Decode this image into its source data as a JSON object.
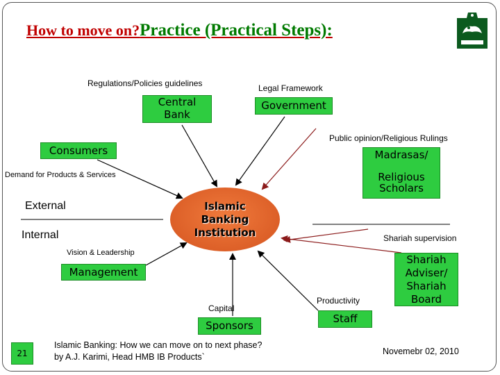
{
  "title": {
    "part1": "How to move on?",
    "part2": "Practice (Practical Steps):"
  },
  "labels": {
    "regulations": "Regulations/Policies guidelines",
    "legal": "Legal Framework",
    "public_opinion": "Public opinion/Religious Rulings",
    "demand": "Demand for Products & Services",
    "shariah_supervision": "Shariah supervision",
    "vision": "Vision & Leadership",
    "capital": "Capital",
    "productivity": "Productivity",
    "external": "External",
    "internal": "Internal"
  },
  "boxes": {
    "central_bank": "Central\nBank",
    "government": "Government",
    "consumers": "Consumers",
    "madrasas": "Madrasas/\n\nReligious\nScholars",
    "management": "Management",
    "sponsors": "Sponsors",
    "staff": "Staff",
    "shariah_adviser": "Shariah\nAdviser/\nShariah\nBoard"
  },
  "center": "Islamic\nBanking\nInstitution",
  "footer": {
    "page_number": "21",
    "caption_line1": "Islamic Banking: How we can move on to next phase?",
    "caption_line2": "by A.J. Karimi, Head HMB IB Products`",
    "date": "Novemebr 02, 2010"
  },
  "colors": {
    "box": "#2ecc40",
    "center": "#e0642a",
    "title_red": "#c00000",
    "title_green": "#007a00"
  }
}
